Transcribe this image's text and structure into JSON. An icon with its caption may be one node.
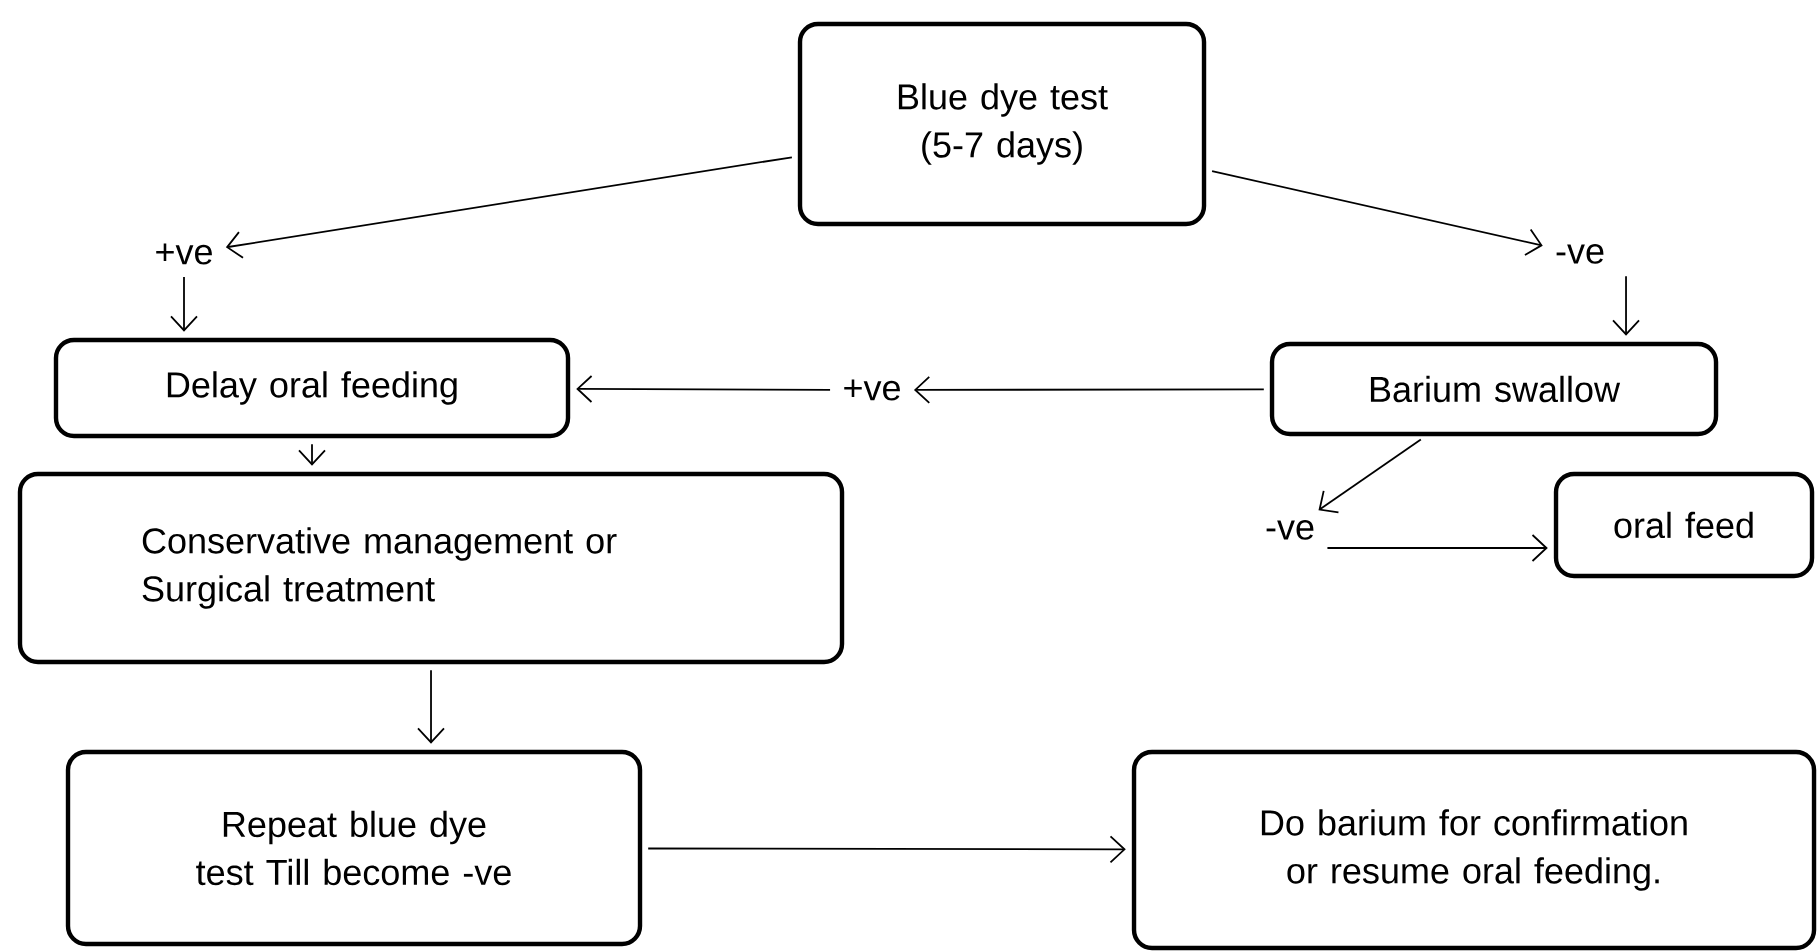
{
  "diagram": {
    "nodes": [
      {
        "text": [
          "Blue dye test (5-7 days)"
        ]
      },
      {
        "text": [
          "+ve"
        ]
      },
      {
        "text": [
          "-ve"
        ]
      },
      {
        "text": [
          "Delay oral feeding"
        ]
      },
      {
        "text": [
          "+ve"
        ]
      },
      {
        "text": [
          "Barium swallow"
        ]
      },
      {
        "text": [
          "Conservative management or Surgical treatment"
        ]
      },
      {
        "text": [
          "-ve"
        ]
      },
      {
        "text": [
          "oral feed"
        ]
      },
      {
        "text": [
          "Repeat blue dye test Till become -ve"
        ]
      },
      {
        "text": [
          "Do barium for confirmation or resume oral feeding."
        ]
      }
    ],
    "edges": [
      {
        "from": 0,
        "to": 1,
        "arrow": "to"
      },
      {
        "from": 1,
        "to": 3,
        "arrow": "to"
      },
      {
        "from": 0,
        "to": 2,
        "arrow": "to"
      },
      {
        "from": 2,
        "to": 5,
        "arrow": "to"
      },
      {
        "from": 5,
        "to": 4,
        "arrow": "to"
      },
      {
        "from": 4,
        "to": 3,
        "arrow": "to"
      },
      {
        "from": 5,
        "to": 7,
        "arrow": "to"
      },
      {
        "from": 7,
        "to": 8,
        "arrow": "to"
      },
      {
        "from": 3,
        "to": 6,
        "arrow": "to"
      },
      {
        "from": 6,
        "to": 9,
        "arrow": "to"
      },
      {
        "from": 9,
        "to": 10,
        "arrow": "to"
      }
    ]
  }
}
